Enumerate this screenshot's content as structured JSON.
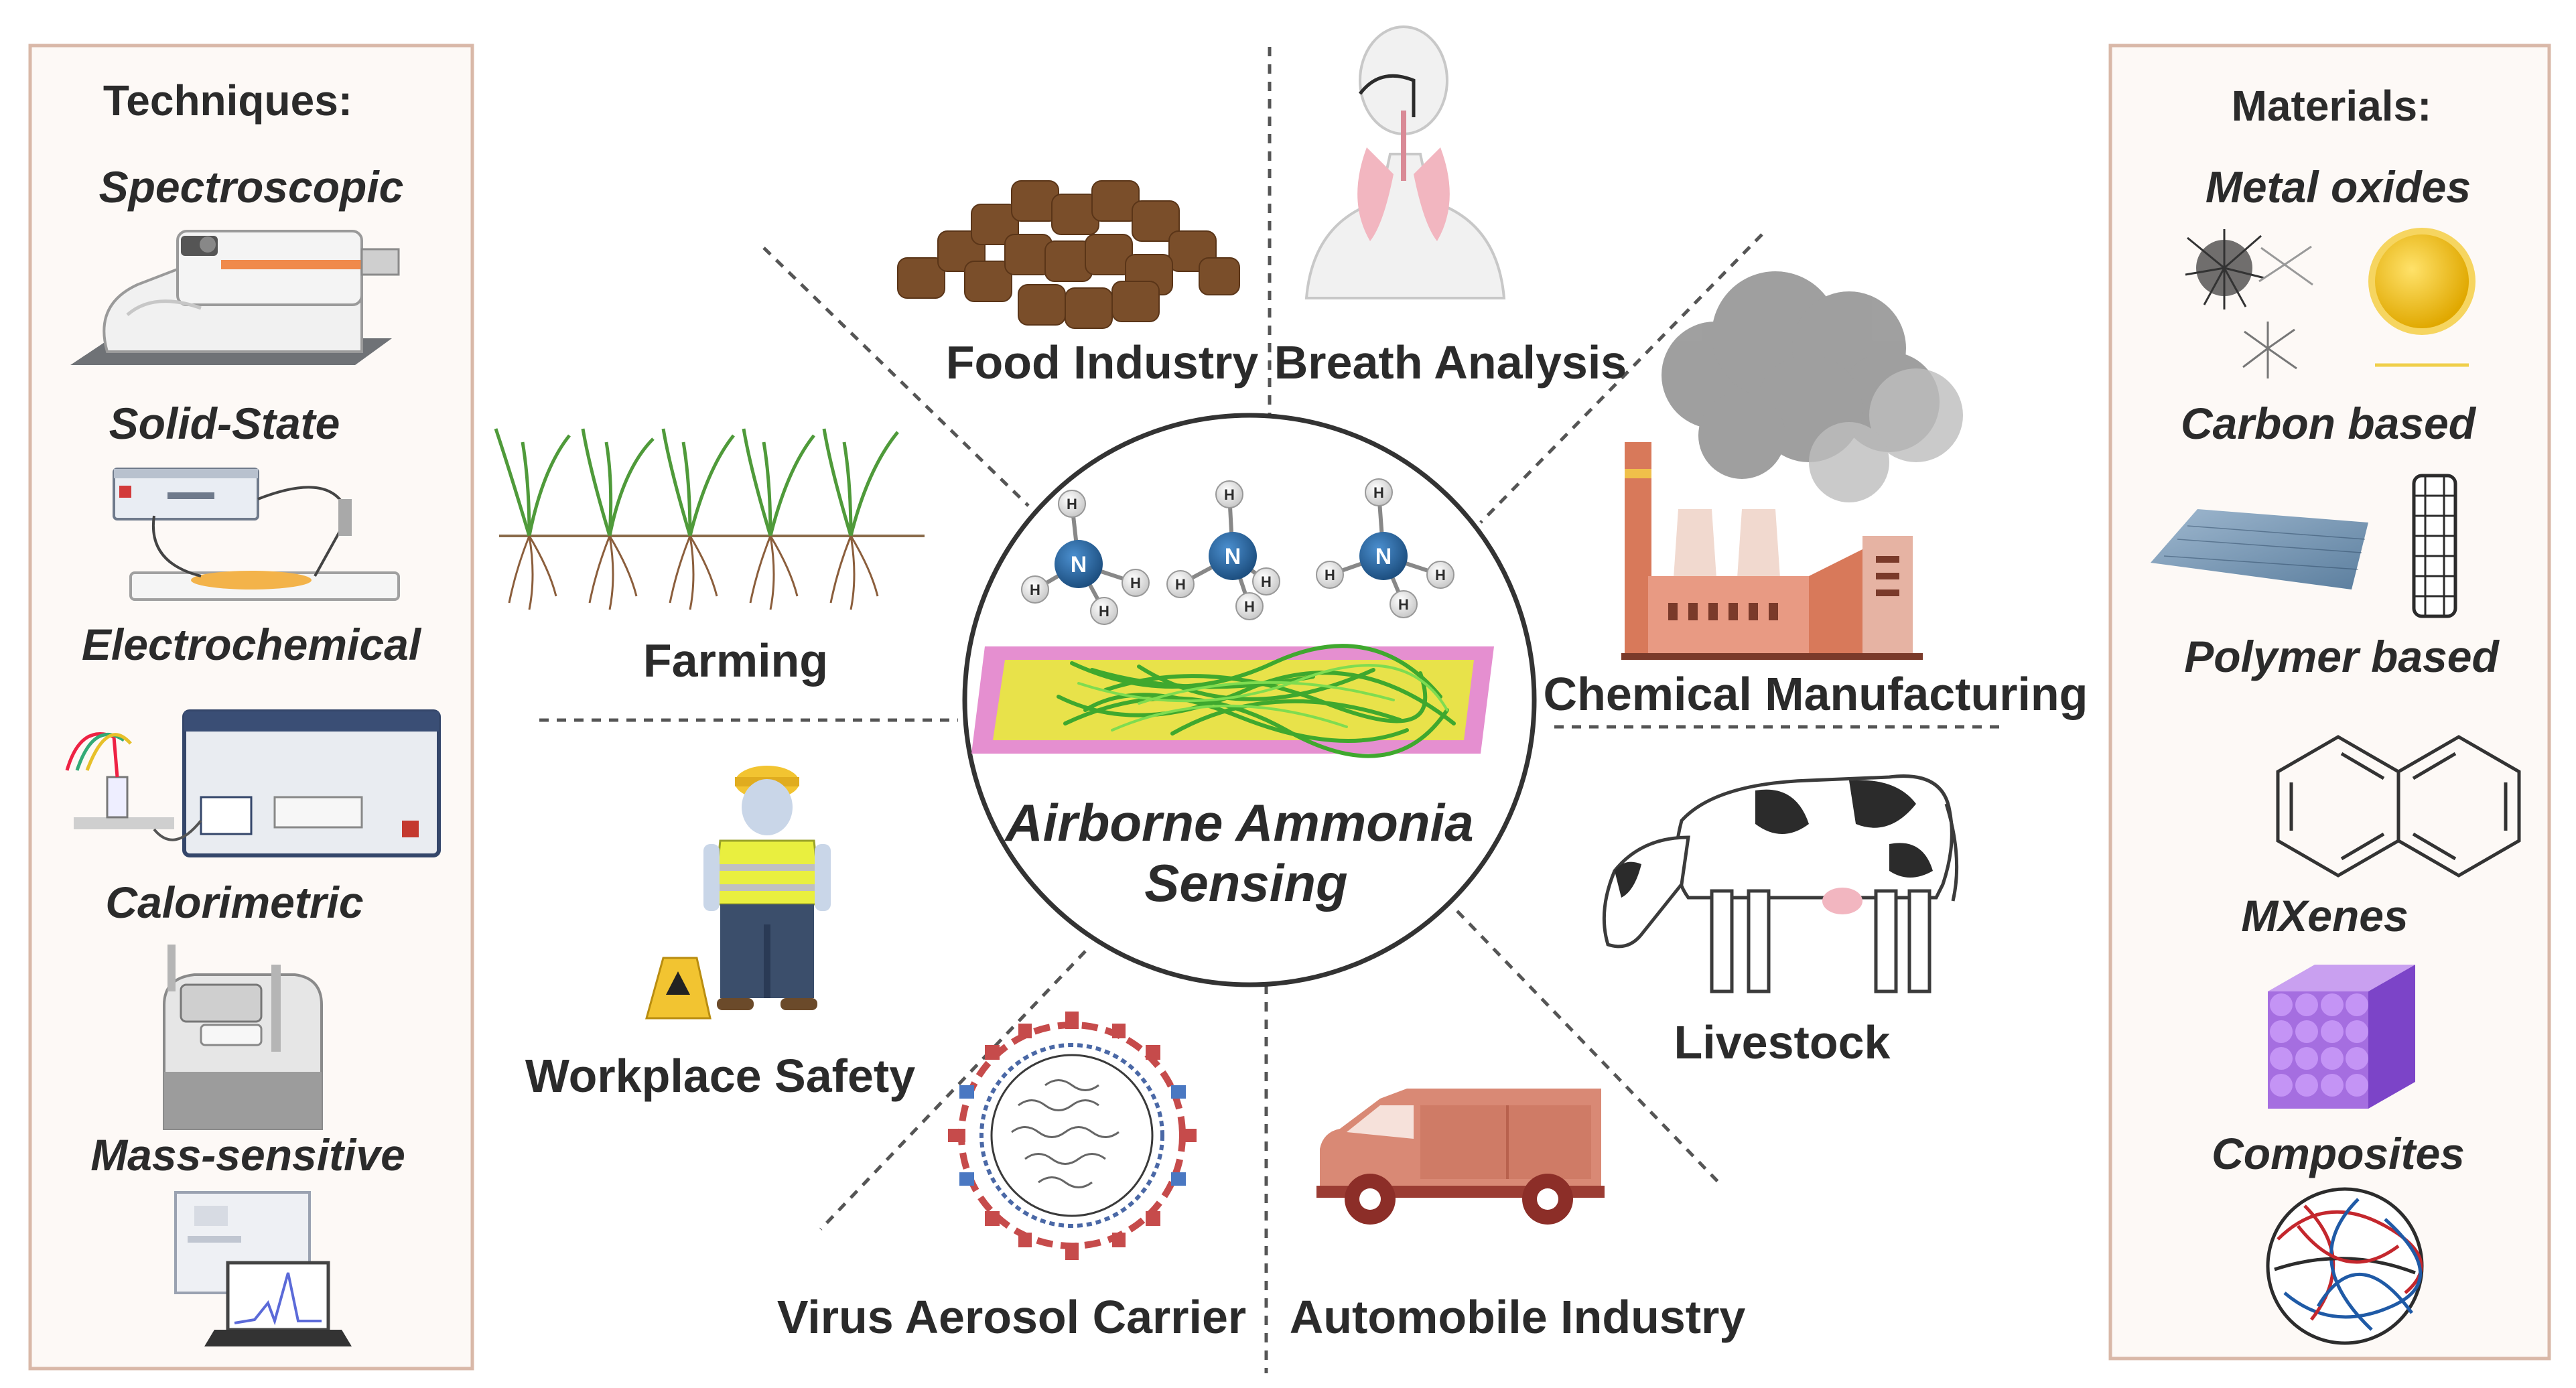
{
  "left_panel": {
    "title": "Techniques:",
    "items": [
      "Spectroscopic",
      "Solid-State",
      "Electrochemical",
      "Calorimetric",
      "Mass-sensitive"
    ]
  },
  "right_panel": {
    "title": "Materials:",
    "items": [
      "Metal  oxides",
      "Carbon based",
      "Polymer based",
      "MXenes",
      "Composites"
    ]
  },
  "center": {
    "line1": "Airborne Ammonia",
    "line2": "Sensing",
    "atom_n": "N",
    "atom_h": "H"
  },
  "applications": {
    "food": "Food Industry",
    "breath": "Breath Analysis",
    "farming": "Farming",
    "chemical": "Chemical Manufacturing",
    "workplace": "Workplace Safety",
    "livestock": "Livestock",
    "virus": "Virus Aerosol Carrier",
    "automobile": "Automobile Industry"
  },
  "colors": {
    "panel_border": "#d9b8a8",
    "panel_fill": "#fdf9f6",
    "nitrogen": "#2c6aa0",
    "sensor_fiber": "#5fbf3a",
    "substrate_pink": "#e58fd0",
    "substrate_yellow": "#e8e24a"
  }
}
